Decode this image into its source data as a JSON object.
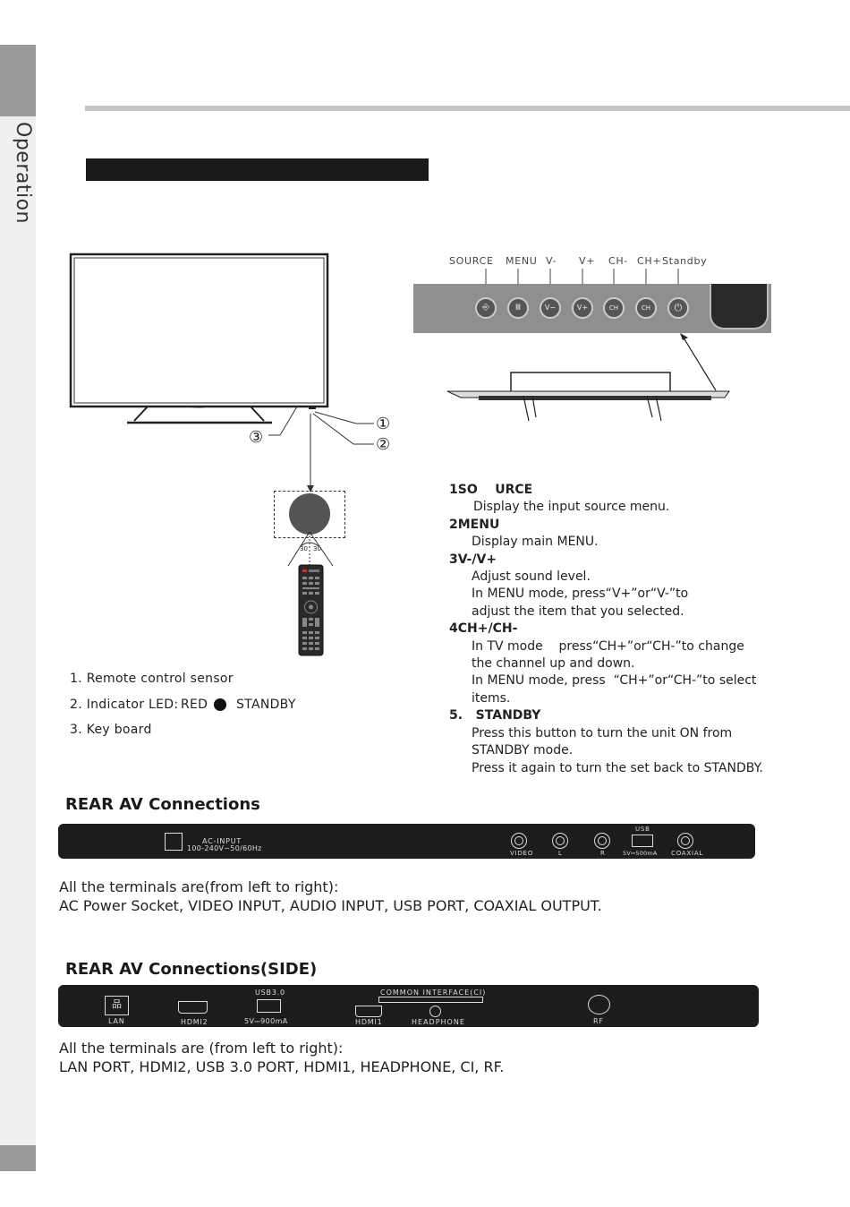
{
  "sidebar": {
    "section_title": "Operation"
  },
  "control_panel": {
    "button_labels": [
      "SOURCE",
      "MENU",
      "V-",
      "V+",
      "CH-",
      "CH+",
      "Standby"
    ],
    "button_glyphs": [
      "⎆",
      "Ⅲ",
      "V−",
      "V+",
      "CH",
      "CH",
      "⏻"
    ]
  },
  "callouts": [
    "①",
    "②",
    "③"
  ],
  "sensor_angles": [
    "30",
    "30"
  ],
  "front_parts": [
    "1. Remote control sensor",
    "2. Indicator LED:",
    "3. Key board"
  ],
  "led": {
    "color_label": "RED",
    "state_label": "STANDBY"
  },
  "descriptions": [
    {
      "heading": "1SO    URCE",
      "lines": [
        "Display the input source menu."
      ]
    },
    {
      "heading": "2MENU",
      "lines": [
        "Display main  MENU."
      ]
    },
    {
      "heading": "3V-/V+",
      "lines": [
        "Adjust sound level.",
        "In MENU mode, press“V+”or“V-”to",
        "adjust the item that  you selected."
      ]
    },
    {
      "heading": "4CH+/CH-",
      "lines": [
        "In TV mode    press“CH+”or“CH-”to change",
        "the channel up and down.",
        "In MENU mode, press  “CH+”or“CH-”to select",
        "items."
      ]
    },
    {
      "heading": "5.   STANDBY",
      "lines": [
        "Press this button to turn the unit ON  from",
        "STANDBY mode.",
        "Press it again to turn the set back to STANDBY."
      ]
    }
  ],
  "rear": {
    "title": "REAR AV Connections",
    "ac_label": "AC-INPUT",
    "ac_rating": "100-240V~50/60Hz",
    "video": "VIDEO",
    "l": "L",
    "r": "R",
    "usb": "USB",
    "usb_rating": "5V⎓500mA",
    "coaxial": "COAXIAL",
    "desc_line1": "All the terminals are(from left to right):",
    "desc_line2": "AC Power Socket, VIDEO INPUT, AUDIO INPUT, USB PORT, COAXIAL OUTPUT."
  },
  "side": {
    "title": "REAR AV Connections(SIDE)",
    "lan": "LAN",
    "hdmi2": "HDMI2",
    "usb3": "USB3.0",
    "usb3_rating": "5V⎓900mA",
    "ci": "COMMON INTERFACE(CI)",
    "hdmi1": "HDMI1",
    "headphone": "HEADPHONE",
    "rf": "RF",
    "desc_line1": "All the terminals are (from left to right):",
    "desc_line2": "LAN PORT, HDMI2, USB 3.0 PORT, HDMI1, HEADPHONE, CI, RF."
  }
}
